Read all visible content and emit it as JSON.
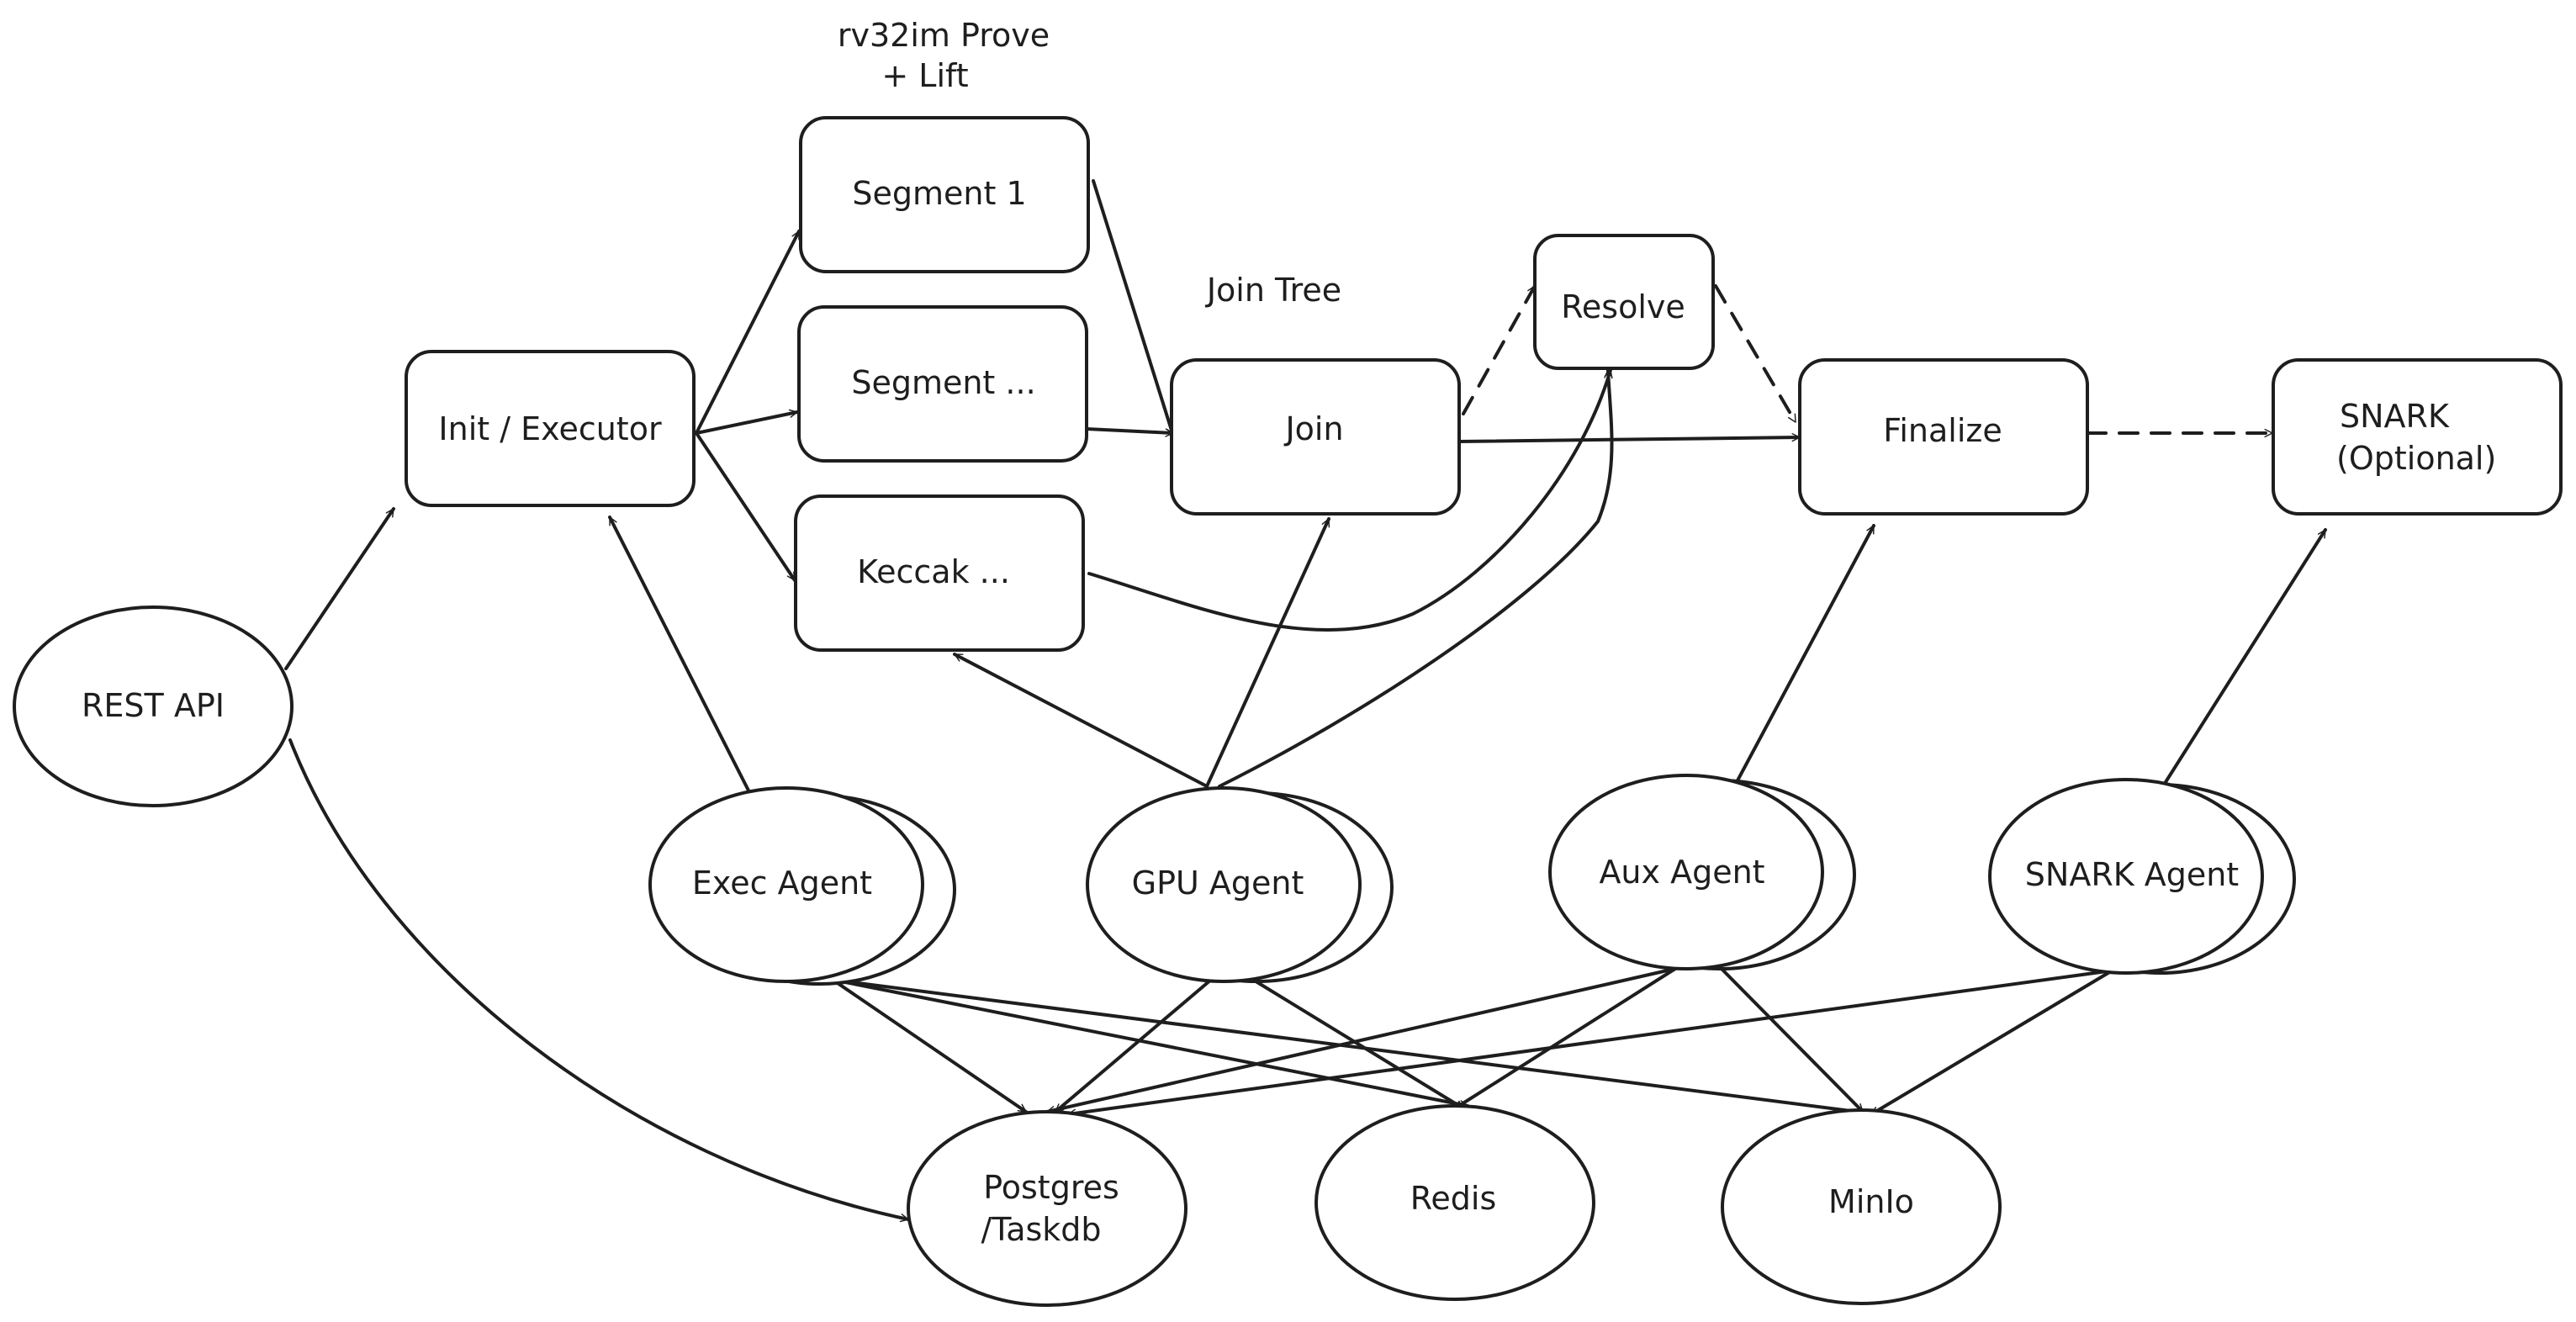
{
  "colors": {
    "stroke": "#1e1e1e",
    "background": "#ffffff"
  },
  "annotations": {
    "prove_title": [
      "rv32im Prove",
      "+ Lift"
    ],
    "join_tree": "Join Tree"
  },
  "nodes": {
    "rest_api": "REST API",
    "init_executor": "Init / Executor",
    "segment_1": "Segment 1",
    "segment_more": "Segment ...",
    "keccak": "Keccak ...",
    "join": "Join",
    "resolve": "Resolve",
    "finalize": "Finalize",
    "snark": [
      "SNARK",
      "(Optional)"
    ],
    "exec_agent": "Exec Agent",
    "gpu_agent": "GPU Agent",
    "aux_agent": "Aux Agent",
    "snark_agent": "SNARK Agent",
    "postgres": [
      "Postgres",
      "/Taskdb"
    ],
    "redis": "Redis",
    "minio": "MinIo"
  }
}
